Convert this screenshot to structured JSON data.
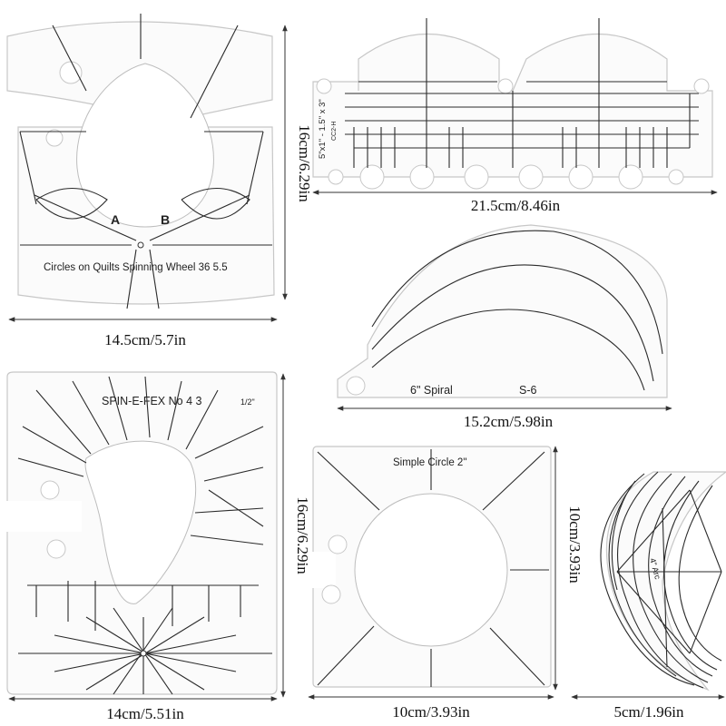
{
  "templates": {
    "spinning_wheel": {
      "text": "Circles on Quilts Spinning Wheel 36  5.5",
      "label_a": "A",
      "label_b": "B",
      "width_dim": "14.5cm/5.7in",
      "height_dim": "16cm/6.29in"
    },
    "double_arch": {
      "text": "5\"x1\" - 1.5\" x 3\"",
      "code": "CC2-H",
      "width_dim": "21.5cm/8.46in"
    },
    "spiral": {
      "name": "6\" Spiral",
      "code": "S-6",
      "width_dim": "15.2cm/5.98in"
    },
    "spin_e_fex": {
      "title": "SPIN-E-FEX  No 4  3",
      "fraction": "1/2\"",
      "width_dim": "14cm/5.51in",
      "height_dim": "16cm/6.29in"
    },
    "simple_circle": {
      "title": "Simple Circle 2\"",
      "width_dim": "10cm/3.93in",
      "height_dim": "10cm/3.93in"
    },
    "arc": {
      "label": "4\" Arc",
      "width_dim": "5cm/1.96in"
    }
  },
  "colors": {
    "template_fill": "#fbfbfb",
    "template_edge": "#c7c7c7",
    "line": "#2b2b2b",
    "background": "#ffffff"
  }
}
